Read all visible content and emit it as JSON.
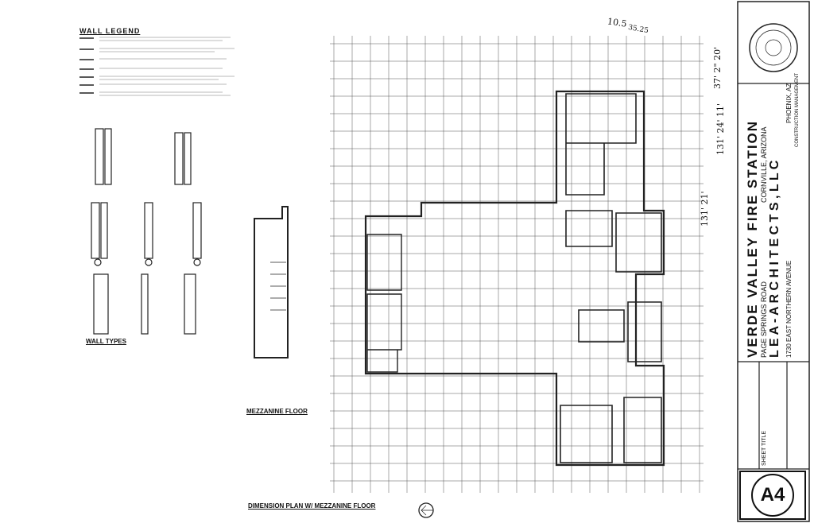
{
  "wall_legend": {
    "title": "WALL LEGEND"
  },
  "wall_types": {
    "title": "WALL TYPES"
  },
  "mezzanine": {
    "title": "MEZZANINE FLOOR"
  },
  "plan": {
    "title": "DIMENSION PLAN W/ MEZZANINE FLOOR"
  },
  "title_block": {
    "project": "VERDE VALLEY FIRE STATION",
    "location": "CORNVILLE, ARIZONA",
    "road": "PAGE SPRINGS ROAD",
    "firm": "L E A - A R C H I T E C T S ,  L L C",
    "address": "1730 EAST NORTHERN AVENUE",
    "city": "PHOENIX, AZ",
    "services": "CONSTRUCTION MANAGEMENT",
    "sheet_title_label": "SHEET TITLE",
    "sheet_number": "A4"
  },
  "annotations": {
    "top_a": "10.5",
    "top_b": "35.25",
    "top_c": "37' 2\"  20'",
    "right_a": "131' 24' 11'",
    "right_b": "131' 21'"
  },
  "colors": {
    "ink": "#111111",
    "paper": "#ffffff"
  }
}
